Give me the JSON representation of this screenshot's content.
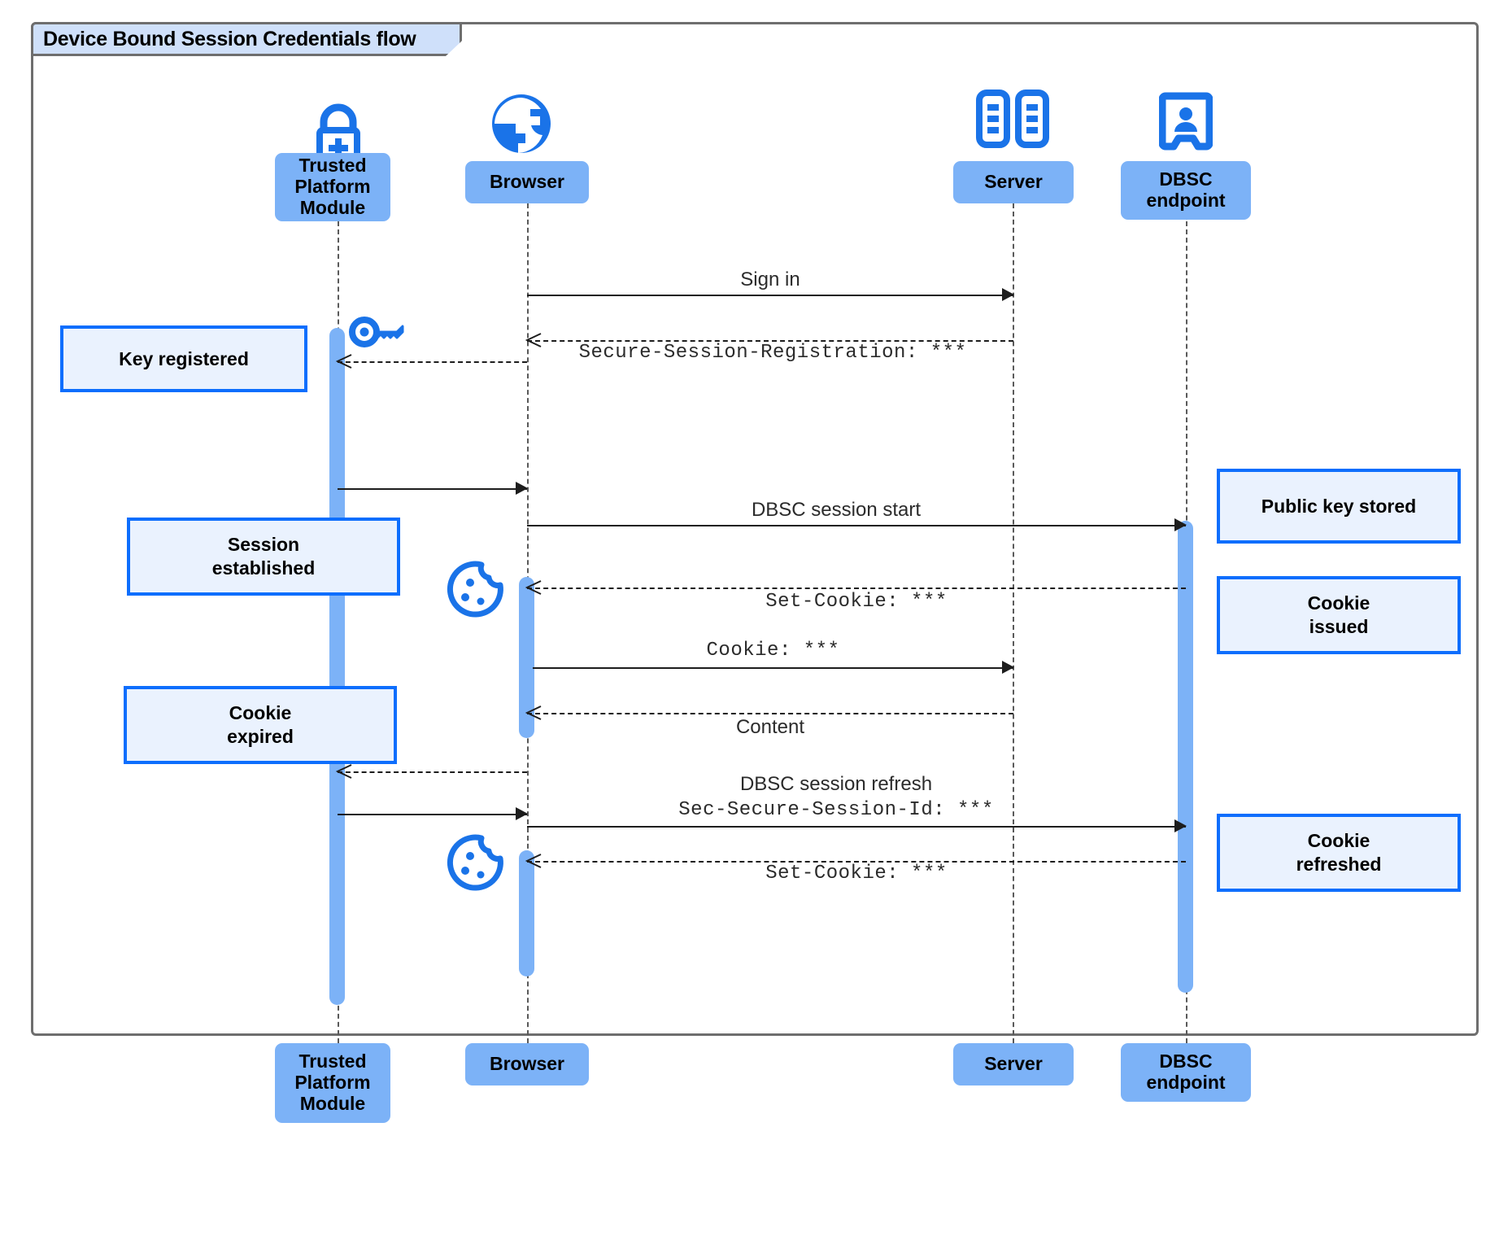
{
  "frame": {
    "label": "Device Bound Session Credentials flow"
  },
  "colors": {
    "participant_fill": "#7cb2f7",
    "note_fill": "#eaf2fe",
    "note_border": "#0d6efd",
    "icon_blue": "#1a73e8",
    "frame_border": "#6e6e6e",
    "frame_label_fill": "#cfe0fa",
    "message_line": "#1d1d1d"
  },
  "participants": [
    {
      "id": "tpm",
      "name": "Trusted\nPlatform\nModule",
      "icon": "lock-plus-icon"
    },
    {
      "id": "browser",
      "name": "Browser",
      "icon": "globe-icon"
    },
    {
      "id": "server",
      "name": "Server",
      "icon": "server-racks-icon"
    },
    {
      "id": "dbsc",
      "name": "DBSC\nendpoint",
      "icon": "id-card-person-icon"
    }
  ],
  "participants_bottom": [
    {
      "id": "tpm",
      "name": "Trusted\nPlatform\nModule"
    },
    {
      "id": "browser",
      "name": "Browser"
    },
    {
      "id": "server",
      "name": "Server"
    },
    {
      "id": "dbsc",
      "name": "DBSC\nendpoint"
    }
  ],
  "messages": [
    {
      "id": "m1",
      "from": "browser",
      "to": "server",
      "style": "solid",
      "label": "Sign in",
      "font": "prop"
    },
    {
      "id": "m2",
      "from": "server",
      "to": "browser",
      "style": "dashed",
      "label": "Secure-Session-Registration: ***",
      "font": "mono"
    },
    {
      "id": "m3",
      "from": "tpm",
      "to": "browser",
      "style": "solid",
      "label": "",
      "font": "prop"
    },
    {
      "id": "m4",
      "from": "browser",
      "to": "dbsc",
      "style": "solid",
      "label": "DBSC session start",
      "font": "prop"
    },
    {
      "id": "m5",
      "from": "dbsc",
      "to": "browser",
      "style": "dashed",
      "label": "Set-Cookie: ***",
      "font": "mono"
    },
    {
      "id": "m6",
      "from": "browser",
      "to": "server",
      "style": "solid",
      "label": "Cookie: ***",
      "font": "mono"
    },
    {
      "id": "m7",
      "from": "server",
      "to": "browser",
      "style": "dashed",
      "label": "Content",
      "font": "prop"
    },
    {
      "id": "m8",
      "from": "browser",
      "to": "tpm",
      "style": "dashed",
      "label": "",
      "font": "prop"
    },
    {
      "id": "m9",
      "from": "tpm",
      "to": "browser",
      "style": "solid",
      "label": "",
      "font": "prop"
    },
    {
      "id": "m10",
      "from": "browser",
      "to": "dbsc",
      "style": "solid",
      "label": "DBSC session refresh",
      "font": "prop",
      "label2": "Sec-Secure-Session-Id: ***",
      "font2": "mono"
    },
    {
      "id": "m11",
      "from": "dbsc",
      "to": "browser",
      "style": "dashed",
      "label": "Set-Cookie: ***",
      "font": "mono"
    }
  ],
  "notes": [
    {
      "id": "n1",
      "side": "left",
      "text": "Key registered"
    },
    {
      "id": "n2",
      "side": "left",
      "text": "Session\nestablished"
    },
    {
      "id": "n3",
      "side": "left",
      "text": "Cookie\nexpired"
    },
    {
      "id": "n4",
      "side": "right",
      "text": "Public key stored"
    },
    {
      "id": "n5",
      "side": "right",
      "text": "Cookie\nissued"
    },
    {
      "id": "n6",
      "side": "right",
      "text": "Cookie\nrefreshed"
    }
  ],
  "inline_icons": [
    {
      "id": "key1",
      "name": "key-icon",
      "near": "tpm"
    },
    {
      "id": "cookie1",
      "name": "cookie-icon",
      "near": "browser"
    },
    {
      "id": "cookie2",
      "name": "cookie-icon",
      "near": "browser"
    }
  ]
}
